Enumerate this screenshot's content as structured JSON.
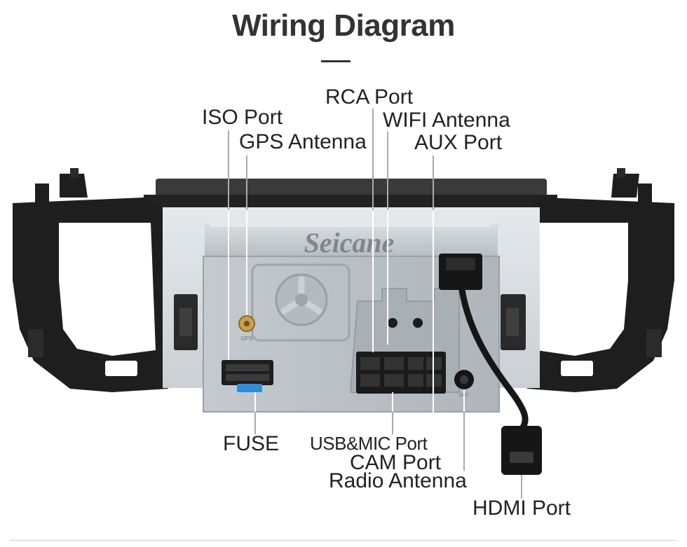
{
  "title": "Wiring Diagram",
  "brand": "Seicane",
  "labels": {
    "iso": "ISO Port",
    "gps": "GPS Antenna",
    "rca": "RCA Port",
    "wifi": "WIFI Antenna",
    "aux": "AUX Port",
    "fuse": "FUSE",
    "usb_mic": "USB&MIC Port",
    "cam": "CAM Port",
    "radio": "Radio Antenna",
    "hdmi": "HDMI Port"
  },
  "unit_marks": {
    "gps": "GPS",
    "ant": "ANT"
  },
  "colors": {
    "title": "#333333",
    "frame": "#1e1e1e",
    "chassis": "#cfd3d6",
    "plate": "#b9c0c5",
    "fuse": "#2f8fd6",
    "leader": "#ffffff"
  }
}
